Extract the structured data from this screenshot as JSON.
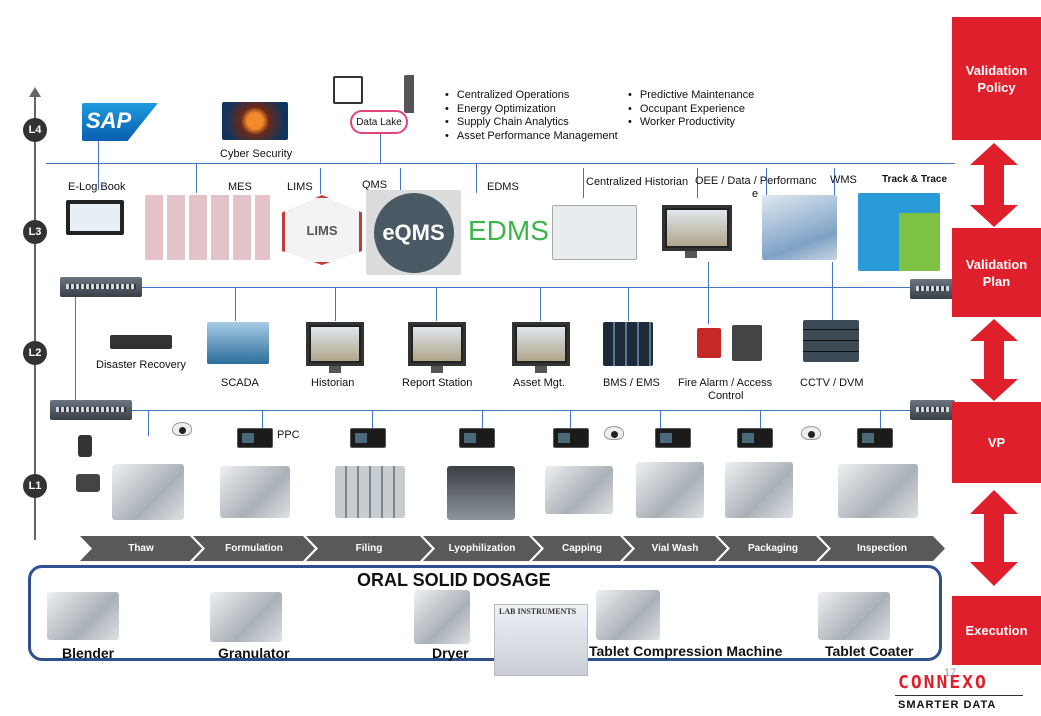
{
  "levels": [
    "L4",
    "L3",
    "L2",
    "L1"
  ],
  "l4": {
    "cyber": "Cyber Security",
    "data_lake": "Data Lake",
    "sap": "SAP",
    "bullets_left": [
      "Centralized Operations",
      "Energy Optimization",
      "Supply Chain Analytics",
      "Asset Performance Management"
    ],
    "bullets_right": [
      "Predictive Maintenance",
      "Occupant Experience",
      "Worker Productivity"
    ]
  },
  "l3": {
    "elog": "E-Log Book",
    "mes": "MES",
    "lims": "LIMS",
    "qms": "QMS",
    "edms": "EDMS",
    "historian": "Centralized Historian",
    "oee": "OEE / Data / Performanc",
    "oee2": "e",
    "wms": "WMS",
    "track": "Track & Trace",
    "lims_logo": "LIMS",
    "eqms_logo": "eQMS",
    "edms_logo": "EDMS"
  },
  "l2": {
    "items": [
      "Disaster Recovery",
      "SCADA",
      "Historian",
      "Report Station",
      "Asset Mgt.",
      "BMS / EMS",
      "Fire Alarm / Access",
      "Control",
      "CCTV / DVM"
    ]
  },
  "l1": {
    "ppc": "PPC"
  },
  "process": [
    "Thaw",
    "Formulation",
    "Filing",
    "Lyophilization",
    "Capping",
    "Vial Wash",
    "Packaging",
    "Inspection"
  ],
  "osd": {
    "title": "ORAL SOLID DOSAGE",
    "items": [
      "Blender",
      "Granulator",
      "Dryer",
      "Tablet Compression Machine",
      "Tablet Coater"
    ],
    "lab": "LAB INSTRUMENTS"
  },
  "side": [
    "Validation Policy",
    "Validation Plan",
    "VP",
    "Execution"
  ],
  "page_number": "17",
  "brand": {
    "name": "CONNEXO",
    "tagline": "SMARTER DATA"
  },
  "colors": {
    "accent": "#e01f2c",
    "line": "#4472c4",
    "chevron": "#595959",
    "osd_border": "#2f4f8f"
  }
}
